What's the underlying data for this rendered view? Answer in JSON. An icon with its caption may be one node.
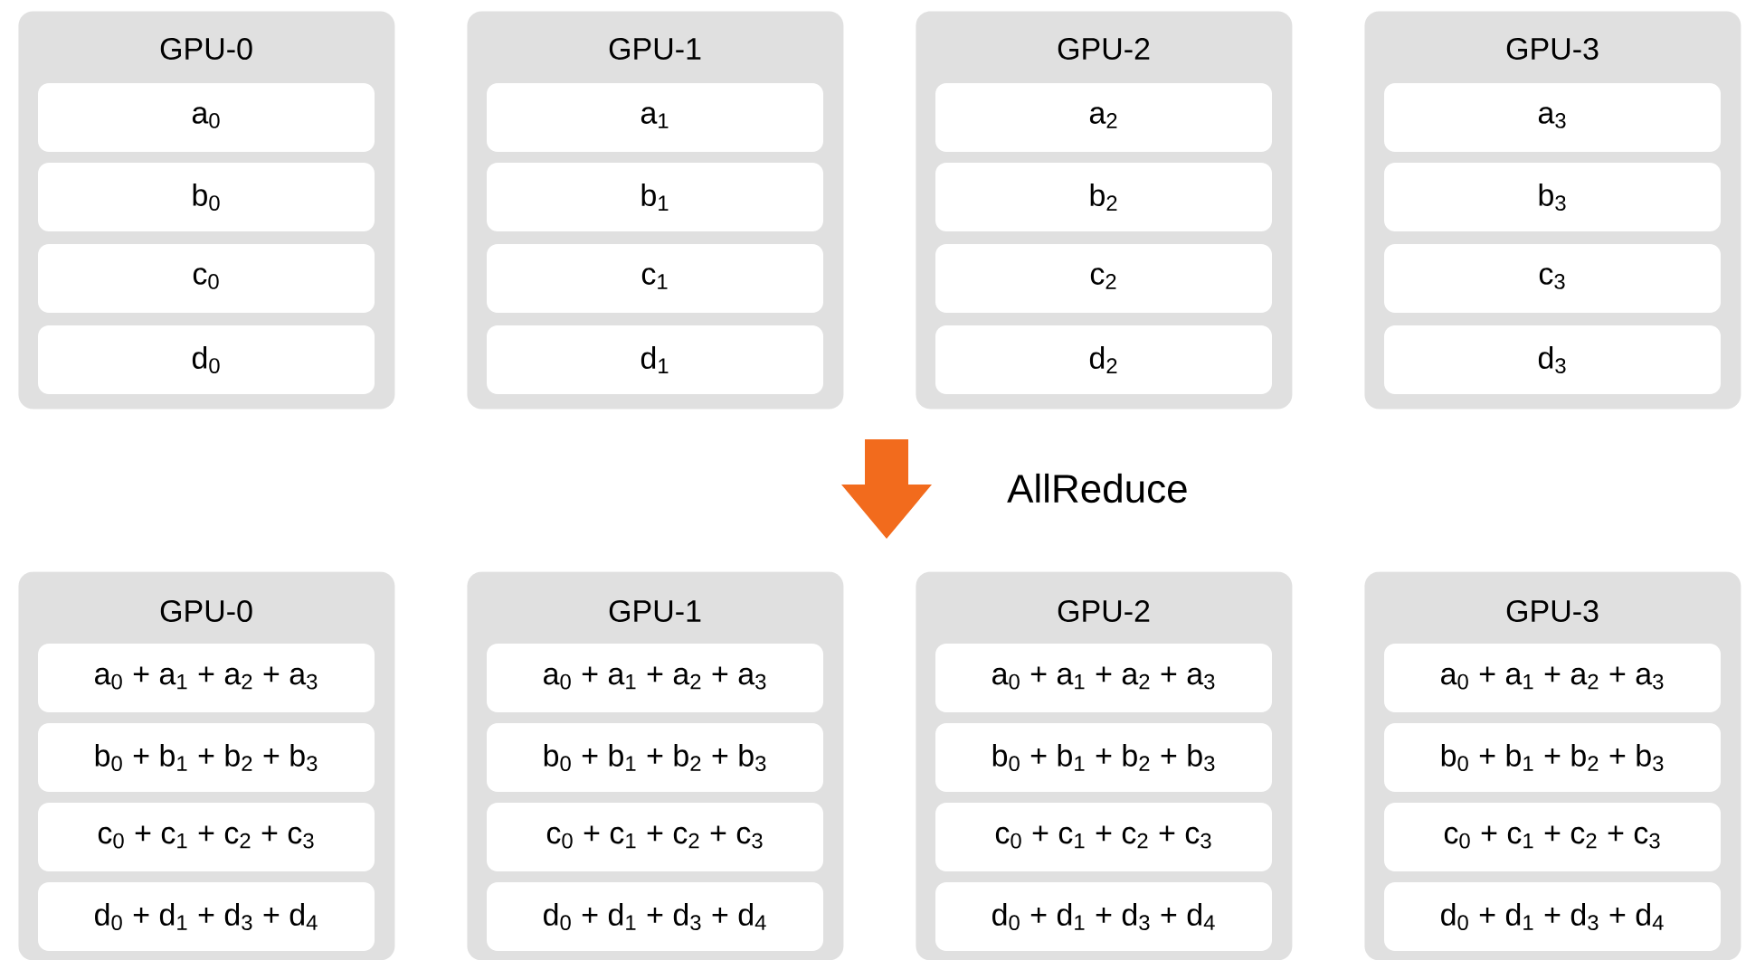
{
  "diagram": {
    "nodes": [
      {
        "text": [
          "GPU-0"
        ]
      },
      {
        "text": [
          "a$_{0}$"
        ],
        "in": 0
      },
      {
        "text": [
          "b$_{0}$"
        ],
        "in": 0
      },
      {
        "text": [
          "c$_{0}$"
        ],
        "in": 0
      },
      {
        "text": [
          "d$_{0}$"
        ],
        "in": 0
      },
      {
        "text": [
          "GPU-1"
        ]
      },
      {
        "text": [
          "a$_{1}$"
        ],
        "in": 5
      },
      {
        "text": [
          "b$_{1}$"
        ],
        "in": 5
      },
      {
        "text": [
          "c$_{1}$"
        ],
        "in": 5
      },
      {
        "text": [
          "d$_{1}$"
        ],
        "in": 5
      },
      {
        "text": [
          "GPU-2"
        ]
      },
      {
        "text": [
          "a$_{2}$"
        ],
        "in": 10
      },
      {
        "text": [
          "b$_{2}$"
        ],
        "in": 10
      },
      {
        "text": [
          "c$_{2}$"
        ],
        "in": 10
      },
      {
        "text": [
          "d$_{2}$"
        ],
        "in": 10
      },
      {
        "text": [
          "GPU-3"
        ]
      },
      {
        "text": [
          "a$_{3}$"
        ],
        "in": 15
      },
      {
        "text": [
          "b$_{3}$"
        ],
        "in": 15
      },
      {
        "text": [
          "c$_{3}$"
        ],
        "in": 15
      },
      {
        "text": [
          "d$_{3}$"
        ],
        "in": 15
      },
      {
        "text": [
          "GPU-0"
        ]
      },
      {
        "text": [
          "a$_{0}$ + a$_{1}$ + a$_{2}$ + a$_{3}$"
        ],
        "in": 20
      },
      {
        "text": [
          "b$_{0}$ + b$_{1}$ + b$_{2}$ + b$_{3}$"
        ],
        "in": 20
      },
      {
        "text": [
          "c$_{0}$ + c$_{1}$ + c$_{2}$ + c$_{3}$"
        ],
        "in": 20
      },
      {
        "text": [
          "d$_{0}$ + d$_{1}$ + d$_{3}$ + d$_{4}$"
        ],
        "in": 20
      },
      {
        "text": [
          "GPU-1"
        ]
      },
      {
        "text": [
          "a$_{0}$ + a$_{1}$ + a$_{2}$ + a$_{3}$"
        ],
        "in": 25
      },
      {
        "text": [
          "b$_{0}$ + b$_{1}$ + b$_{2}$ + b$_{3}$"
        ],
        "in": 25
      },
      {
        "text": [
          "c$_{0}$ + c$_{1}$ + c$_{2}$ + c$_{3}$"
        ],
        "in": 25
      },
      {
        "text": [
          "d$_{0}$ + d$_{1}$ + d$_{3}$ + d$_{4}$"
        ],
        "in": 25
      },
      {
        "text": [
          "GPU-2"
        ]
      },
      {
        "text": [
          "a$_{0}$ + a$_{1}$ + a$_{2}$ + a$_{3}$"
        ],
        "in": 30
      },
      {
        "text": [
          "b$_{0}$ + b$_{1}$ + b$_{2}$ + b$_{3}$"
        ],
        "in": 30
      },
      {
        "text": [
          "c$_{0}$ + c$_{1}$ + c$_{2}$ + c$_{3}$"
        ],
        "in": 30
      },
      {
        "text": [
          "d$_{0}$ + d$_{1}$ + d$_{3}$ + d$_{4}$"
        ],
        "in": 30
      },
      {
        "text": [
          "GPU-3"
        ]
      },
      {
        "text": [
          "a$_{0}$ + a$_{1}$ + a$_{2}$ + a$_{3}$"
        ],
        "in": 35
      },
      {
        "text": [
          "b$_{0}$ + b$_{1}$ + b$_{2}$ + b$_{3}$"
        ],
        "in": 35
      },
      {
        "text": [
          "c$_{0}$ + c$_{1}$ + c$_{2}$ + c$_{3}$"
        ],
        "in": 35
      },
      {
        "text": [
          "d$_{0}$ + d$_{1}$ + d$_{3}$ + d$_{4}$"
        ],
        "in": 35
      }
    ],
    "labels": [
      "AllReduce"
    ]
  }
}
